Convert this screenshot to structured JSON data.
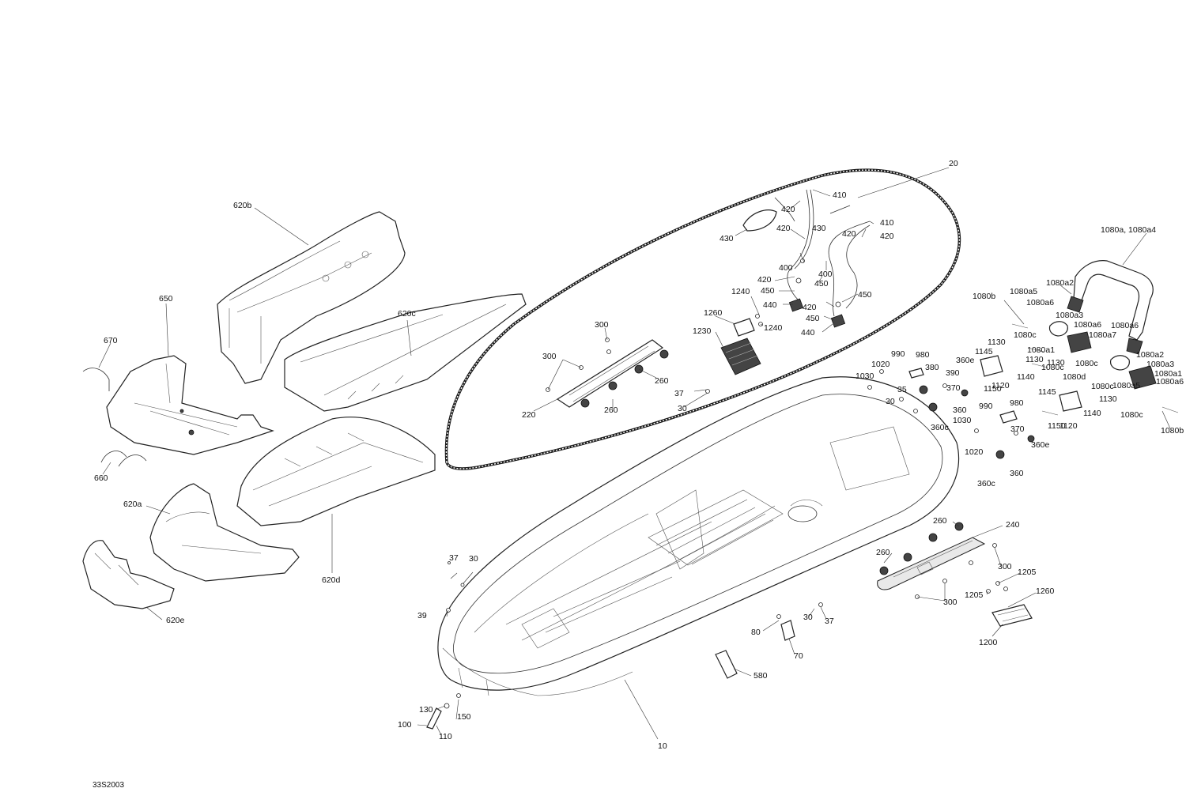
{
  "document": {
    "code": "33S2003"
  },
  "parts": {
    "hull": "10",
    "seal_deck": "20",
    "screw_30": "30",
    "screw_35": "35",
    "plug_37": "37",
    "plug_39": "39",
    "bracket_70": "70",
    "fastener_80": "80",
    "eye_100": "100",
    "bolt_110": "110",
    "nut_130": "130",
    "washer_150": "150",
    "rail_220": "220",
    "rail_240": "240",
    "grommet_260": "260",
    "screw_300": "300",
    "clamp_360": "360",
    "clamp_360c": "360c",
    "clamp_360e": "360e",
    "grommet_370": "370",
    "fitting_380": "380",
    "screw_390": "390",
    "hose_400": "400",
    "hose_410": "410",
    "clamp_420": "420",
    "tube_430": "430",
    "valve_440": "440",
    "clip_450": "450",
    "plate_580": "580",
    "liner_620a": "620a",
    "liner_620b": "620b",
    "liner_620c": "620c",
    "liner_620d": "620d",
    "liner_620e": "620e",
    "bracket_650": "650",
    "strap_660": "660",
    "strap_670": "670",
    "screw_980": "980",
    "washer_990": "990",
    "nut_1020": "1020",
    "washer_1030": "1030",
    "handle_1080a_1080a4": "1080a, 1080a4",
    "part_1080a1": "1080a1",
    "part_1080a2": "1080a2",
    "part_1080a3": "1080a3",
    "part_1080a5": "1080a5",
    "part_1080a6": "1080a6",
    "part_1080a7": "1080a7",
    "part_1080b": "1080b",
    "part_1080c": "1080c",
    "part_1080d": "1080d",
    "bracket_1120": "1120",
    "screw_1130": "1130",
    "nut_1140": "1140",
    "washer_1145": "1145",
    "screw_1150": "1150",
    "plate_1200": "1200",
    "screw_1205": "1205",
    "pad_1230": "1230",
    "pad_1260": "1260",
    "screw_1240": "1240"
  }
}
